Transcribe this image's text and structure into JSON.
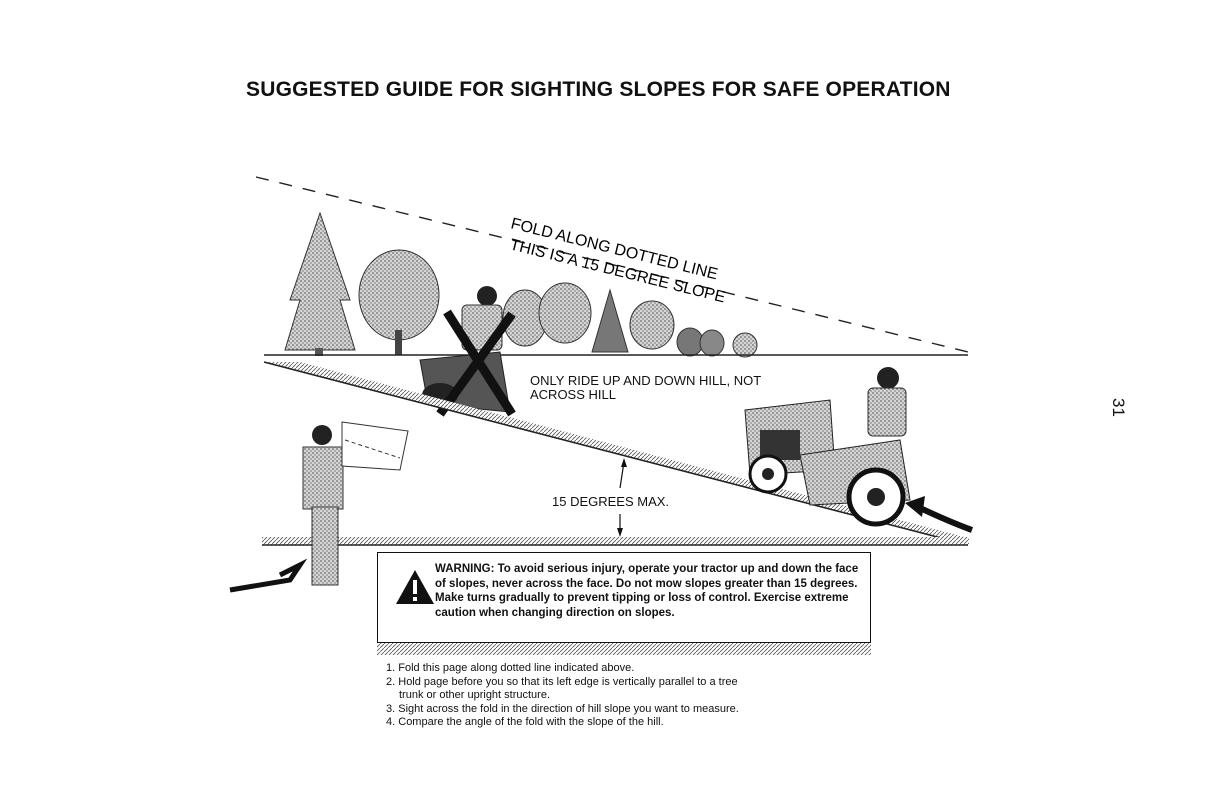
{
  "page": {
    "title": "SUGGESTED GUIDE FOR SIGHTING SLOPES FOR SAFE OPERATION",
    "page_number": "31"
  },
  "illustration": {
    "fold_label": "FOLD ALONG DOTTED LINE",
    "slope_label": "THIS IS A 15 DEGREE SLOPE",
    "ride_label": "ONLY RIDE UP AND DOWN HILL, NOT ACROSS HILL",
    "max_label": "15 DEGREES MAX."
  },
  "warning": {
    "text": "WARNING: To avoid serious injury, operate your tractor up and down the face of slopes, never across the face. Do not mow slopes greater than 15 degrees. Make turns gradually to prevent tipping or loss of control. Exercise extreme caution when changing direction on slopes."
  },
  "instructions": [
    {
      "num": "1.",
      "text": "Fold this page along dotted line indicated above."
    },
    {
      "num": "2.",
      "text": "Hold page before you so that its left edge is vertically parallel to a tree",
      "cont": "trunk or other upright structure."
    },
    {
      "num": "3.",
      "text": "Sight across the fold in the direction of hill slope you want to measure."
    },
    {
      "num": "4.",
      "text": "Compare the angle of the fold with the slope of the hill."
    }
  ]
}
